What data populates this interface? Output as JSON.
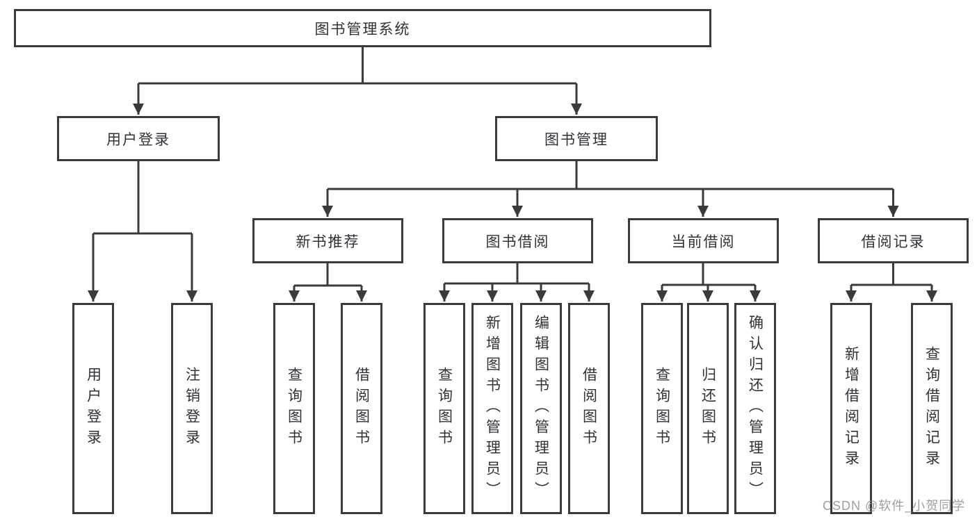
{
  "diagram": {
    "title_node": {
      "label": "图书管理系统"
    },
    "level2": [
      {
        "label": "用户登录"
      },
      {
        "label": "图书管理"
      }
    ],
    "level3": [
      {
        "label": "新书推荐"
      },
      {
        "label": "图书借阅"
      },
      {
        "label": "当前借阅"
      },
      {
        "label": "借阅记录"
      }
    ],
    "leaves": [
      {
        "label": "用户登录"
      },
      {
        "label": "注销登录"
      },
      {
        "label": "查询图书"
      },
      {
        "label": "借阅图书"
      },
      {
        "label": "查询图书"
      },
      {
        "label": "新增图书（管理员）"
      },
      {
        "label": "编辑图书（管理员）"
      },
      {
        "label": "借阅图书"
      },
      {
        "label": "查询图书"
      },
      {
        "label": "归还图书"
      },
      {
        "label": "确认归还（管理员）"
      },
      {
        "label": "新增借阅记录"
      },
      {
        "label": "查询借阅记录"
      }
    ],
    "watermark": {
      "text": "CSDN @软件_小贺同学"
    },
    "colors": {
      "line": "#3a3a3a",
      "box_border": "#3a3a3a",
      "text": "#2f3237",
      "background": "#ffffff",
      "watermark": "#949494"
    }
  }
}
